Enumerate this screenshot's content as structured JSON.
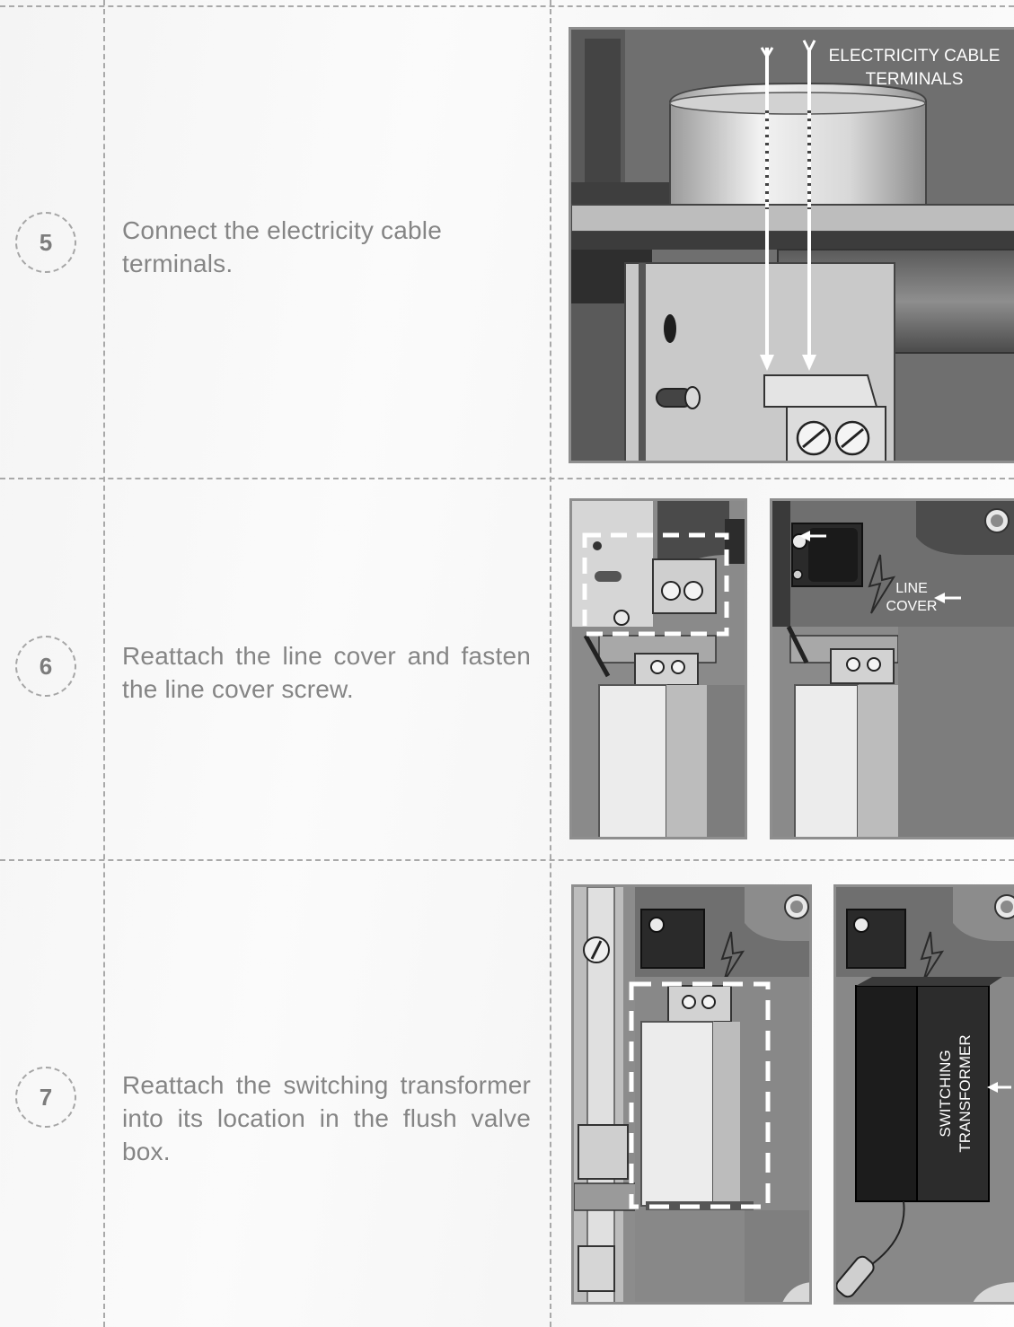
{
  "steps": [
    {
      "number": "5",
      "text": "Connect the electricity cable terminals."
    },
    {
      "number": "6",
      "text": "Reattach the line cover and fasten the line cover screw."
    },
    {
      "number": "7",
      "text": "Reattach the switching transformer into its location in the flush valve box."
    }
  ],
  "callouts": {
    "step5_line1": "ELECTRICITY CABLE",
    "step5_line2": "TERMINALS",
    "step6_line1": "LINE",
    "step6_line2": "COVER",
    "step7_line1": "SWITCHING",
    "step7_line2": "TRANSFORMER"
  }
}
